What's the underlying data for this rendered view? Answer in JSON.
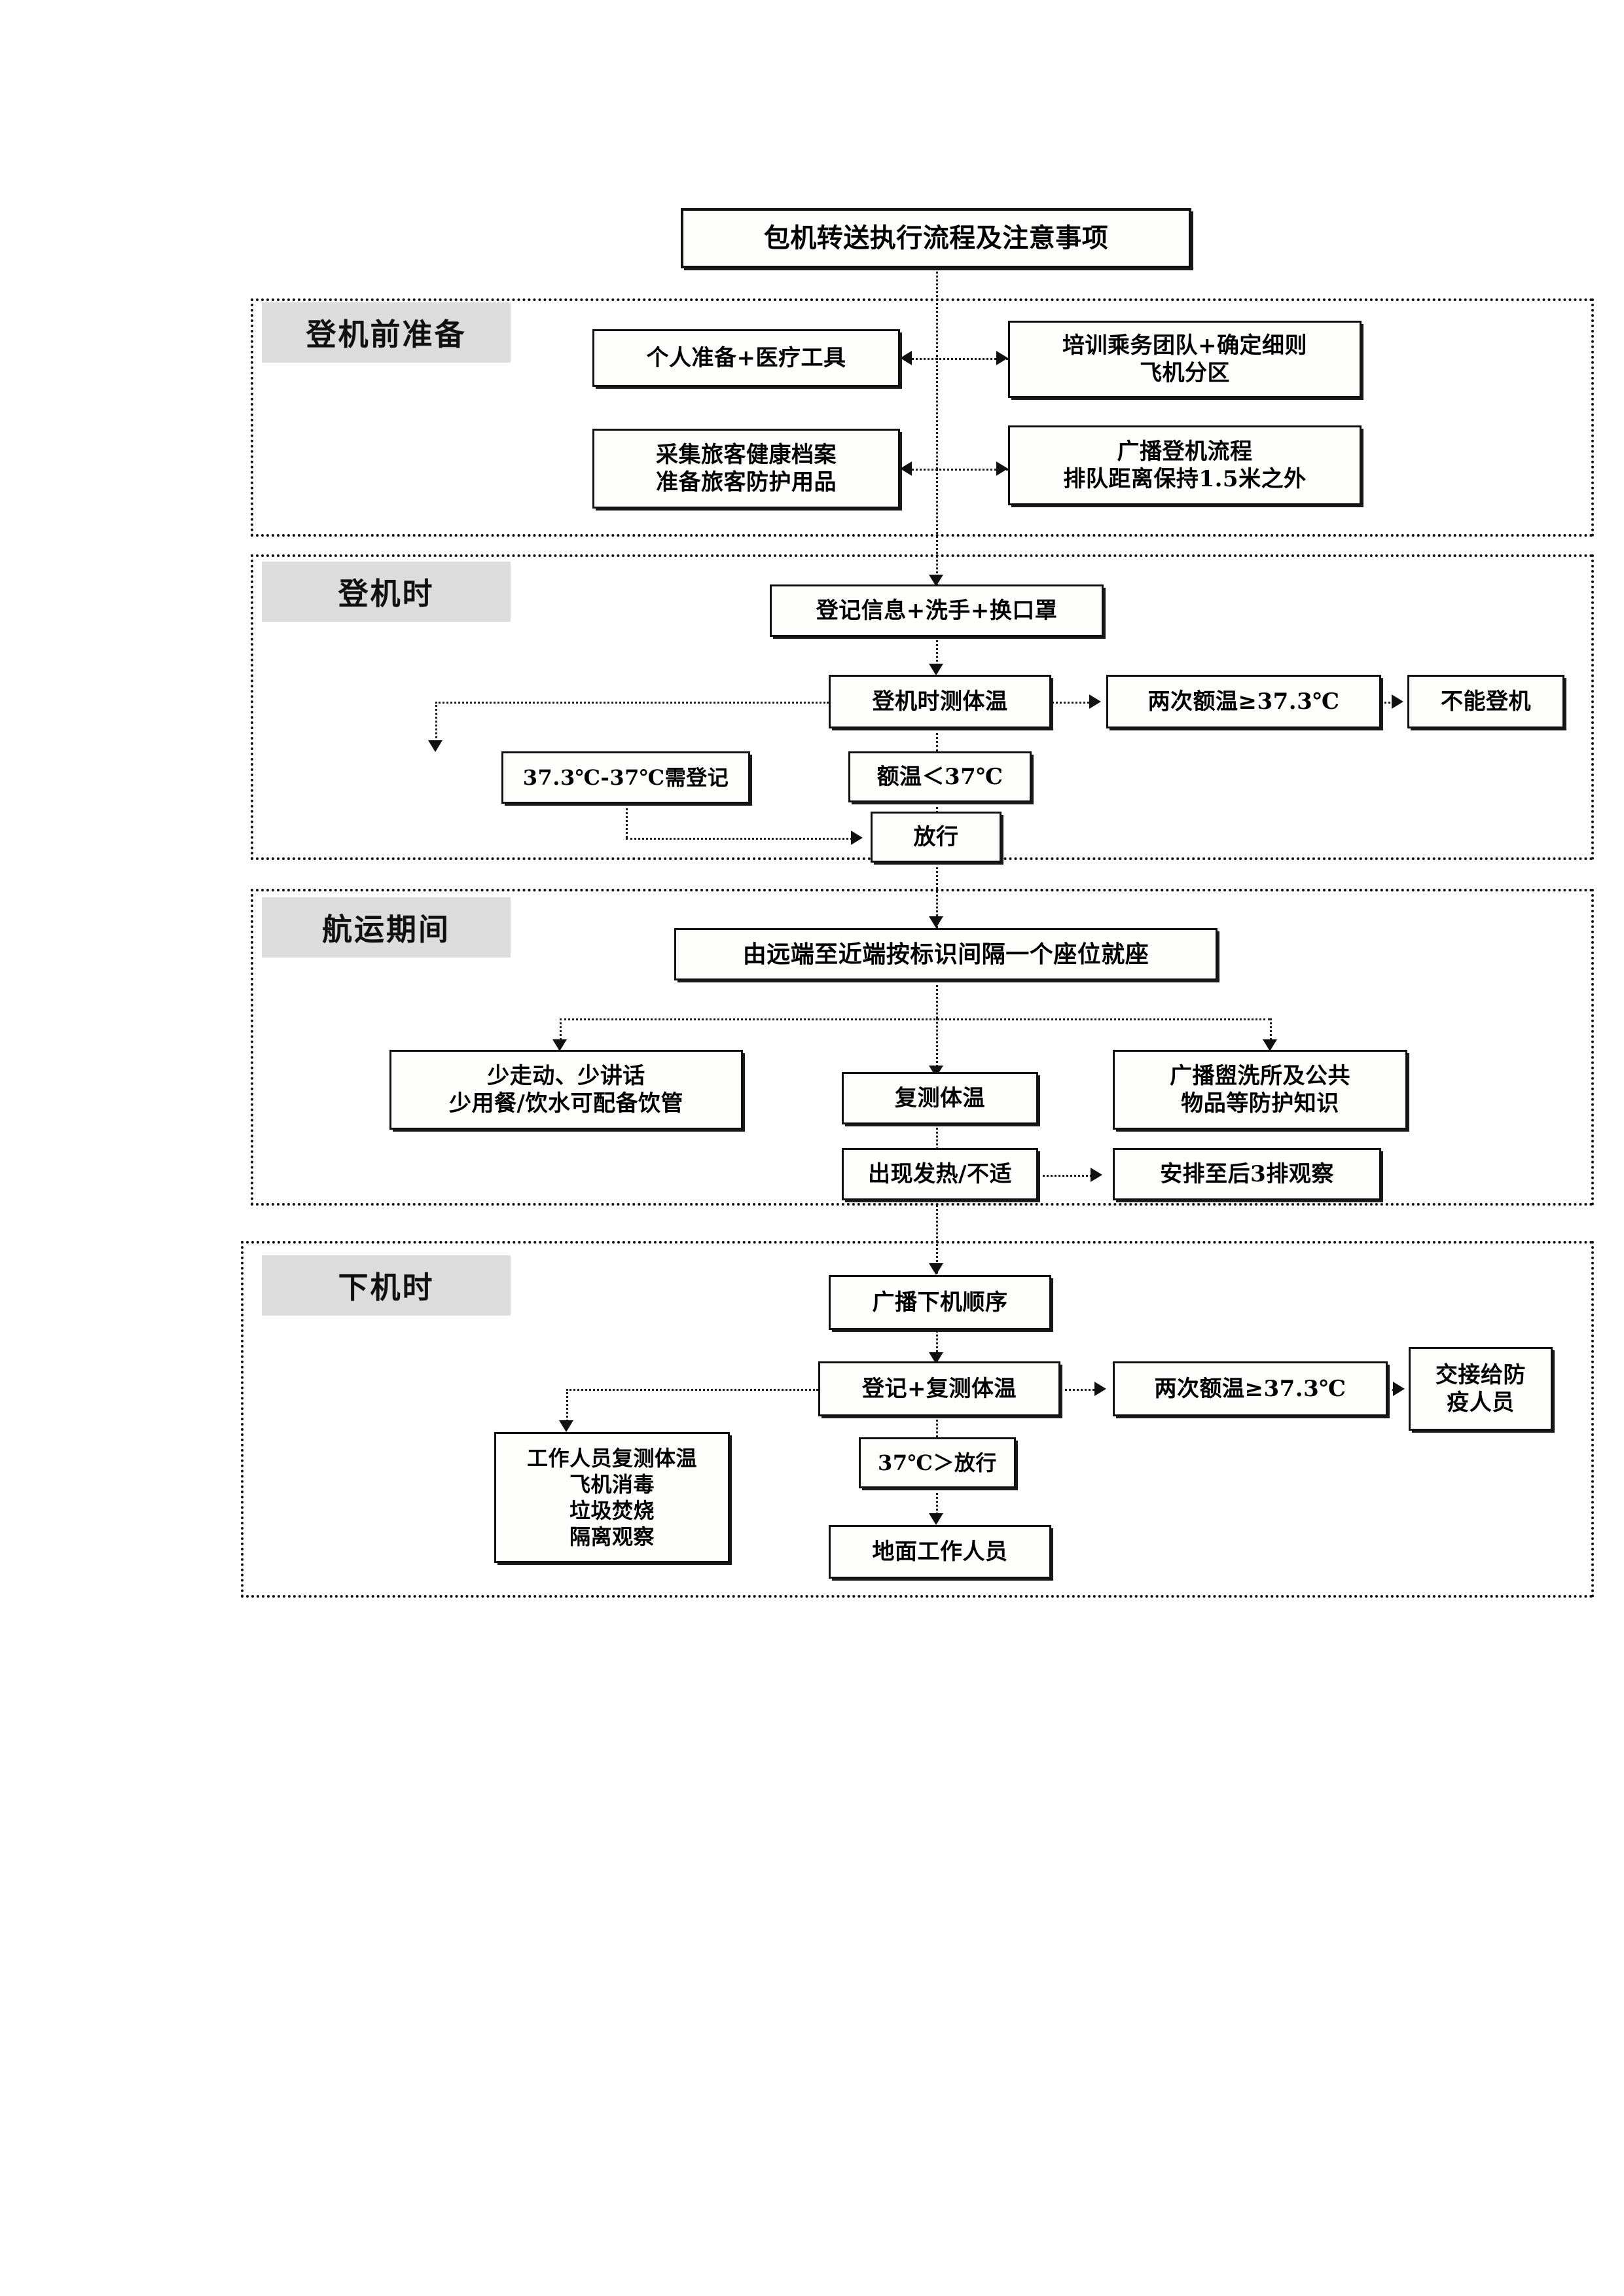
{
  "document": {
    "title": "包机转送执行流程及注意事项"
  },
  "sections": [
    {
      "id": "pre-boarding",
      "label": "登机前准备",
      "nodes": [
        {
          "id": "personal-prep",
          "lines": [
            "个人准备+医疗工具"
          ]
        },
        {
          "id": "train-crew",
          "lines": [
            "培训乘务团队+确定细则",
            "飞机分区"
          ]
        },
        {
          "id": "collect-health",
          "lines": [
            "采集旅客健康档案",
            "准备旅客防护用品"
          ]
        },
        {
          "id": "broadcast-boarding",
          "lines": [
            "广播登机流程",
            "排队距离保持1.5米之外"
          ]
        }
      ]
    },
    {
      "id": "boarding",
      "label": "登机时",
      "nodes": [
        {
          "id": "register-wash-mask",
          "lines": [
            "登记信息+洗手+换口罩"
          ]
        },
        {
          "id": "measure-temp",
          "lines": [
            "登机时测体温"
          ]
        },
        {
          "id": "twice-over-373",
          "lines": [
            "两次额温≥37.3℃"
          ]
        },
        {
          "id": "cannot-board",
          "lines": [
            "不能登机"
          ]
        },
        {
          "id": "range-373-37",
          "lines": [
            "37.3℃-37℃需登记"
          ]
        },
        {
          "id": "under-37",
          "lines": [
            "额温＜37℃"
          ]
        },
        {
          "id": "allow-pass",
          "lines": [
            "放行"
          ]
        }
      ]
    },
    {
      "id": "in-flight",
      "label": "航运期间",
      "nodes": [
        {
          "id": "seating-rule",
          "lines": [
            "由远端至近端按标识间隔一个座位就座"
          ]
        },
        {
          "id": "less-move-talk",
          "lines": [
            "少走动、少讲话",
            "少用餐/饮水可配备饮管"
          ]
        },
        {
          "id": "recheck-temp",
          "lines": [
            "复测体温"
          ]
        },
        {
          "id": "broadcast-lavatory",
          "lines": [
            "广播盥洗所及公共",
            "物品等防护知识"
          ]
        },
        {
          "id": "fever-discomfort",
          "lines": [
            "出现发热/不适"
          ]
        },
        {
          "id": "move-last-3-rows",
          "lines": [
            "安排至后3排观察"
          ]
        }
      ]
    },
    {
      "id": "deplaning",
      "label": "下机时",
      "nodes": [
        {
          "id": "broadcast-deplane",
          "lines": [
            "广播下机顺序"
          ]
        },
        {
          "id": "register-recheck",
          "lines": [
            "登记+复测体温"
          ]
        },
        {
          "id": "twice-over-373-b",
          "lines": [
            "两次额温≥37.3℃"
          ]
        },
        {
          "id": "handover-epidemic",
          "lines": [
            "交接给防",
            "疫人员"
          ]
        },
        {
          "id": "staff-procedures",
          "lines": [
            "工作人员复测体温",
            "飞机消毒",
            "垃圾焚烧",
            "隔离观察"
          ]
        },
        {
          "id": "under-37-pass",
          "lines": [
            "37℃＞放行"
          ]
        },
        {
          "id": "ground-staff",
          "lines": [
            "地面工作人员"
          ]
        }
      ]
    }
  ],
  "style": {
    "ink": "#111111",
    "paper": "#ffffff",
    "node_fill": "#fdfdfb",
    "label_chip_fill": "#dcdcdc"
  }
}
